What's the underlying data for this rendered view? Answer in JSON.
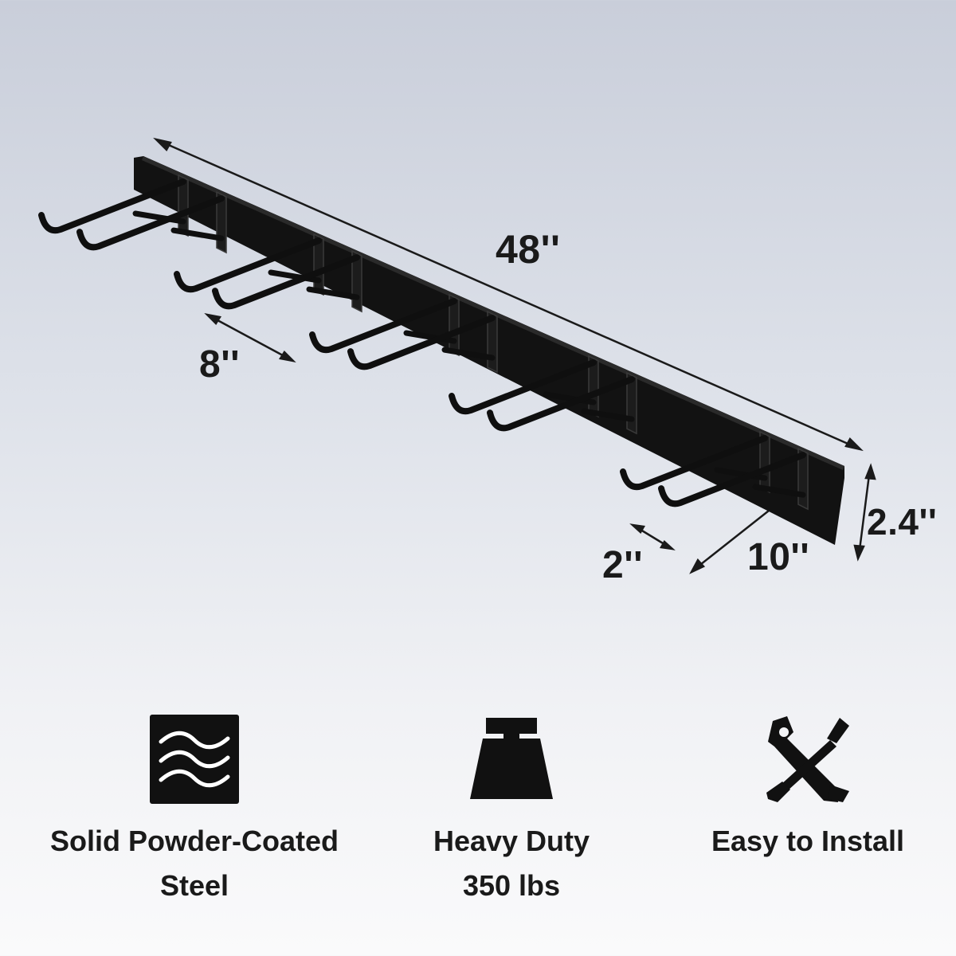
{
  "dimensions": {
    "length": "48''",
    "hook_spacing": "8''",
    "height": "2.4''",
    "prong_spacing": "2''",
    "hook_depth": "10''"
  },
  "features": [
    {
      "icon": "wavy-steel-icon",
      "line1": "Solid Powder-Coated",
      "line2": "Steel"
    },
    {
      "icon": "weight-icon",
      "line1": "Heavy Duty",
      "line2": "350 lbs"
    },
    {
      "icon": "tools-icon",
      "line1": "Easy to Install",
      "line2": ""
    }
  ],
  "colors": {
    "product": "#111111",
    "text": "#1a1a1a",
    "background_top": "#c9ceda",
    "background_bottom": "#fafafb"
  }
}
